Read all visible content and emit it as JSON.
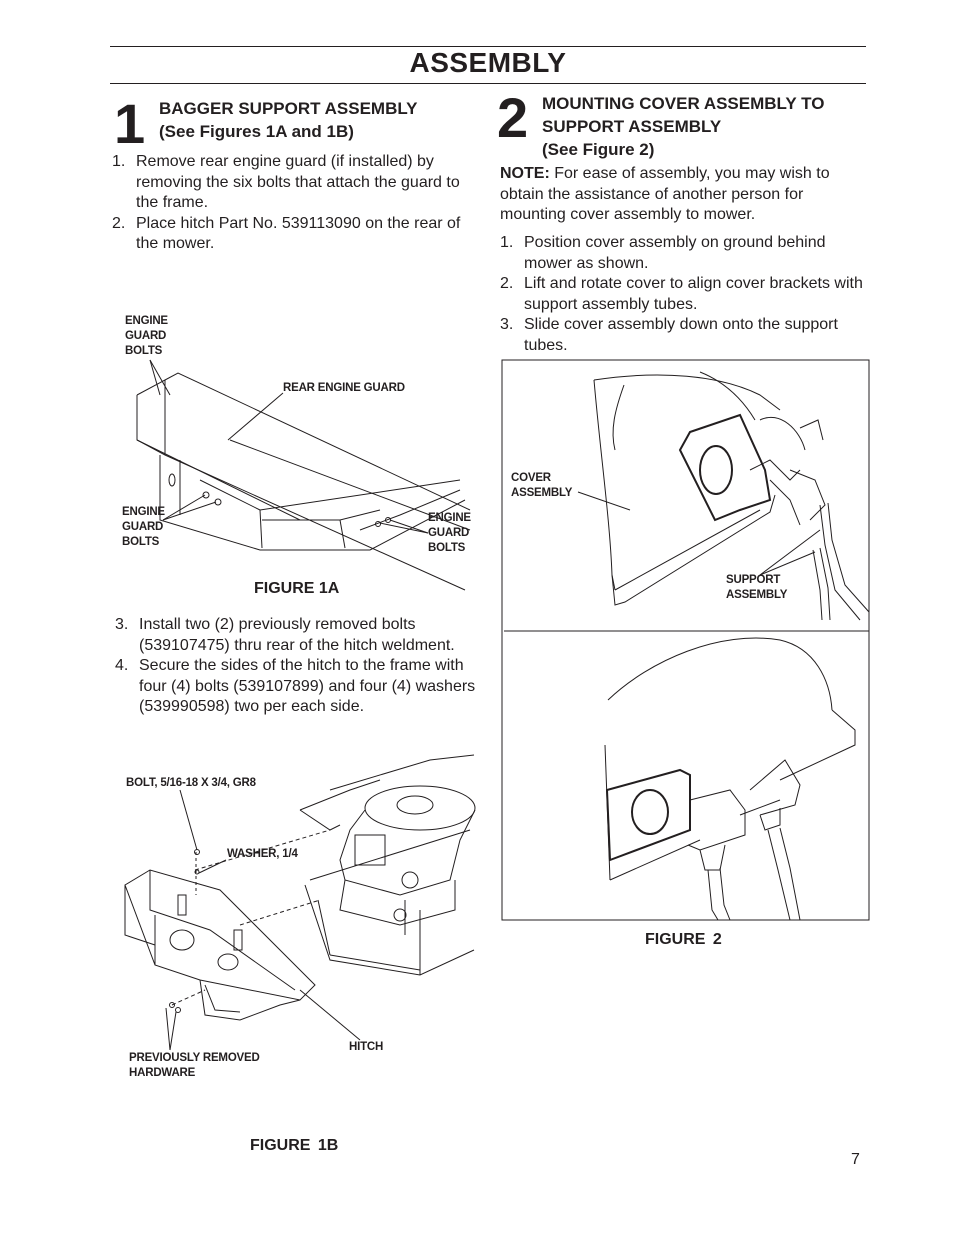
{
  "page": {
    "title": "ASSEMBLY",
    "page_number": "7"
  },
  "section1": {
    "number": "1",
    "heading_line1": "BAGGER SUPPORT ASSEMBLY",
    "heading_line2": "(See Figures 1A and 1B)",
    "steps_a": [
      {
        "num": "1.",
        "text": "Remove rear engine guard (if installed) by removing the six bolts that attach the guard to the frame."
      },
      {
        "num": "2.",
        "text": "Place hitch Part No. 539113090 on the rear of the mower."
      }
    ],
    "figure_1a": {
      "caption": "FIGURE 1A",
      "label_top_bolts": [
        "ENGINE",
        "GUARD",
        "BOLTS"
      ],
      "label_guard": "REAR ENGINE GUARD",
      "label_left_bolts": [
        "ENGINE",
        "GUARD",
        "BOLTS"
      ],
      "label_right_bolts": [
        "ENGINE",
        "GUARD",
        "BOLTS"
      ]
    },
    "steps_b": [
      {
        "num": "3.",
        "text": "Install two (2) previously removed bolts (539107475) thru rear of the hitch weldment."
      },
      {
        "num": "4.",
        "text": "Secure the sides of the hitch to the frame with four (4) bolts (539107899) and four (4) washers (539990598) two per each side."
      }
    ],
    "figure_1b": {
      "caption": "FIGURE  1B",
      "label_bolt": "BOLT, 5/16-18 X 3/4, GR8",
      "label_washer": "WASHER, 1/4",
      "label_hitch": "HITCH",
      "label_hardware": [
        "PREVIOUSLY REMOVED",
        "HARDWARE"
      ]
    }
  },
  "section2": {
    "number": "2",
    "heading_line1": "MOUNTING COVER ASSEMBLY TO",
    "heading_line2": "SUPPORT ASSEMBLY",
    "heading_line3": "(See Figure 2)",
    "note_label": "NOTE:",
    "note_text": " For ease of assembly, you may wish to obtain the assistance of another person for mounting cover assembly to mower.",
    "steps": [
      {
        "num": "1.",
        "text": "Position cover assembly on ground behind mower as shown."
      },
      {
        "num": "2.",
        "text": "Lift and rotate cover to align cover brackets with support assembly tubes."
      },
      {
        "num": "3.",
        "text": "Slide cover assembly down onto the support tubes."
      }
    ],
    "figure_2": {
      "caption": "FIGURE  2",
      "label_cover": [
        "COVER",
        "ASSEMBLY"
      ],
      "label_support": [
        "SUPPORT",
        "ASSEMBLY"
      ]
    }
  }
}
